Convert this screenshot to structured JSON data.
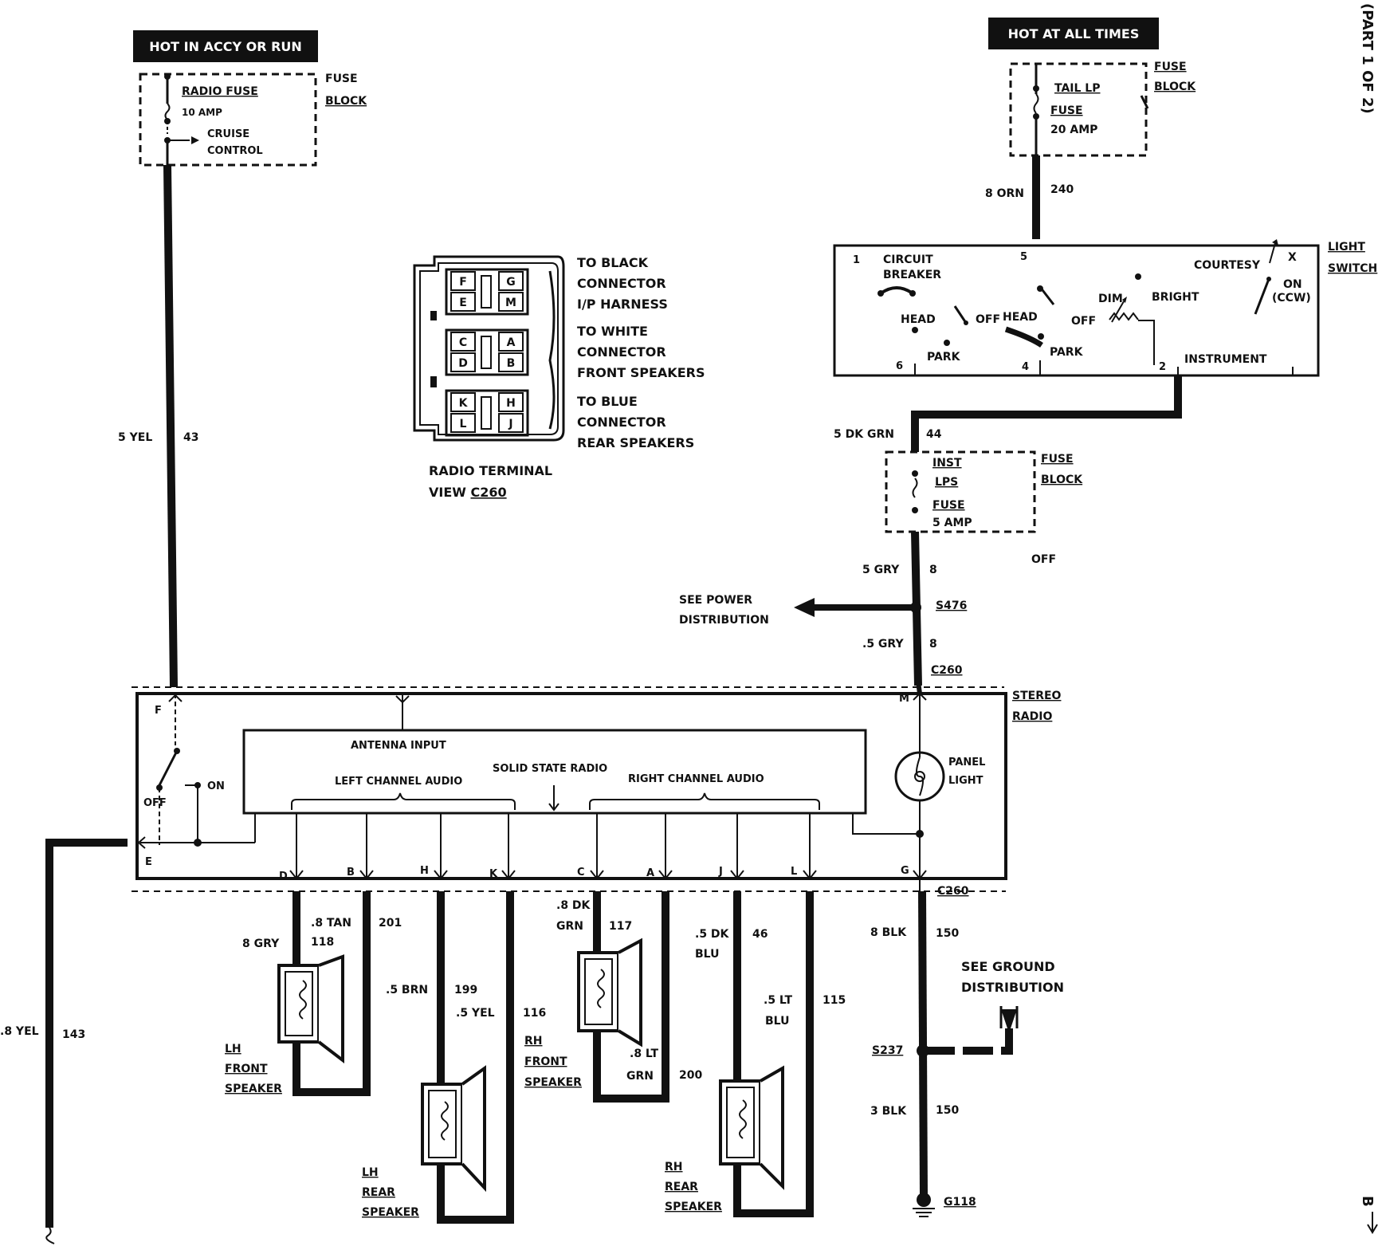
{
  "header": {
    "hot_accy_run": "HOT IN ACCY OR RUN",
    "hot_all_times": "HOT AT ALL TIMES",
    "page_part": "(PART 1 OF 2)",
    "continues": "B"
  },
  "radio_fuse_block": {
    "fuse_name": "RADIO FUSE",
    "fuse_rating": "10 AMP",
    "cruise_1": "CRUISE",
    "cruise_2": "CONTROL",
    "block_1": "FUSE",
    "block_2": "BLOCK"
  },
  "tail_fuse_block": {
    "line_1": "TAIL LP",
    "line_2": "FUSE",
    "line_3": "20 AMP",
    "block_1": "FUSE",
    "block_2": "BLOCK"
  },
  "inst_fuse_block": {
    "line_1": "INST",
    "line_2": "LPS",
    "line_3": "FUSE",
    "line_4": "5 AMP",
    "block_1": "FUSE",
    "block_2": "BLOCK"
  },
  "light_switch": {
    "title_1": "LIGHT",
    "title_2": "SWITCH",
    "circuit_1": "CIRCUIT",
    "circuit_2": "BREAKER",
    "head": "HEAD",
    "off": "OFF",
    "park": "PARK",
    "head_2": "HEAD",
    "off_2": "OFF",
    "park_2": "PARK",
    "dim": "DIM",
    "bright": "BRIGHT",
    "courtesy": "COURTESY",
    "on": "ON",
    "ccw": "(CCW)",
    "instrument": "INSTRUMENT",
    "x": "X",
    "pin_1": "1",
    "pin_5": "5",
    "pin_6": "6",
    "pin_4": "4",
    "pin_2": "2"
  },
  "terminal_view": {
    "pins": [
      "F",
      "G",
      "E",
      "M",
      "C",
      "A",
      "D",
      "B",
      "K",
      "H",
      "L",
      "J"
    ],
    "black_1": "TO BLACK",
    "black_2": "CONNECTOR",
    "black_3": "I/P HARNESS",
    "white_1": "TO WHITE",
    "white_2": "CONNECTOR",
    "white_3": "FRONT SPEAKERS",
    "blue_1": "TO BLUE",
    "blue_2": "CONNECTOR",
    "blue_3": "REAR SPEAKERS",
    "caption_1": "RADIO TERMINAL",
    "caption_2a": "VIEW ",
    "caption_2b": "C260"
  },
  "wires": {
    "w_5yel": "5 YEL",
    "w_43": "43",
    "w_8orn": "8 ORN",
    "w_240": "240",
    "w_5dkgrn": "5 DK GRN",
    "w_44": "44",
    "w_5gry_a": "5 GRY",
    "w_8_a": "8",
    "w_5gry_b": ".5 GRY",
    "w_8_b": "8",
    "off_note": "OFF",
    "w_8yel": ".8 YEL",
    "w_143": "143",
    "w_8tan": ".8 TAN",
    "w_201": "201",
    "w_8gry": "8 GRY",
    "w_118": "118",
    "w_5brn": ".5 BRN",
    "w_199": "199",
    "w_5yel_r": ".5 YEL",
    "w_116": "116",
    "w_8dk": ".8 DK",
    "w_grn": "GRN",
    "w_117": "117",
    "w_5dk": ".5 DK",
    "w_blu": "BLU",
    "w_46": "46",
    "w_5lt": ".5 LT",
    "w_blu2": "BLU",
    "w_115": "115",
    "w_8lt": ".8 LT",
    "w_grn2": "GRN",
    "w_200": "200",
    "w_8blk": "8 BLK",
    "w_150a": "150",
    "w_3blk": "3 BLK",
    "w_150b": "150"
  },
  "splices": {
    "s476": "S476",
    "see_power_1": "SEE POWER",
    "see_power_2": "DISTRIBUTION",
    "s237": "S237",
    "see_ground_1": "SEE GROUND",
    "see_ground_2": "DISTRIBUTION",
    "g118": "G118",
    "c260_top": "C260",
    "c260_bot": "C260"
  },
  "radio": {
    "title_1": "STEREO",
    "title_2": "RADIO",
    "antenna": "ANTENNA INPUT",
    "solid_state": "SOLID STATE RADIO",
    "left_audio": "LEFT CHANNEL AUDIO",
    "right_audio": "RIGHT CHANNEL AUDIO",
    "panel_1": "PANEL",
    "panel_2": "LIGHT",
    "off": "OFF",
    "on": "ON",
    "pin_f": "F",
    "pin_e": "E",
    "pin_m": "M",
    "pin_d": "D",
    "pin_b": "B",
    "pin_h": "H",
    "pin_k": "K",
    "pin_c": "C",
    "pin_a": "A",
    "pin_j": "J",
    "pin_l": "L",
    "pin_g": "G"
  },
  "speakers": {
    "lhf_1": "LH",
    "lhf_2": "FRONT",
    "lhf_3": "SPEAKER",
    "lhr_1": "LH",
    "lhr_2": "REAR",
    "lhr_3": "SPEAKER",
    "rhf_1": "RH",
    "rhf_2": "FRONT",
    "rhf_3": "SPEAKER",
    "rhr_1": "RH",
    "rhr_2": "REAR",
    "rhr_3": "SPEAKER"
  }
}
